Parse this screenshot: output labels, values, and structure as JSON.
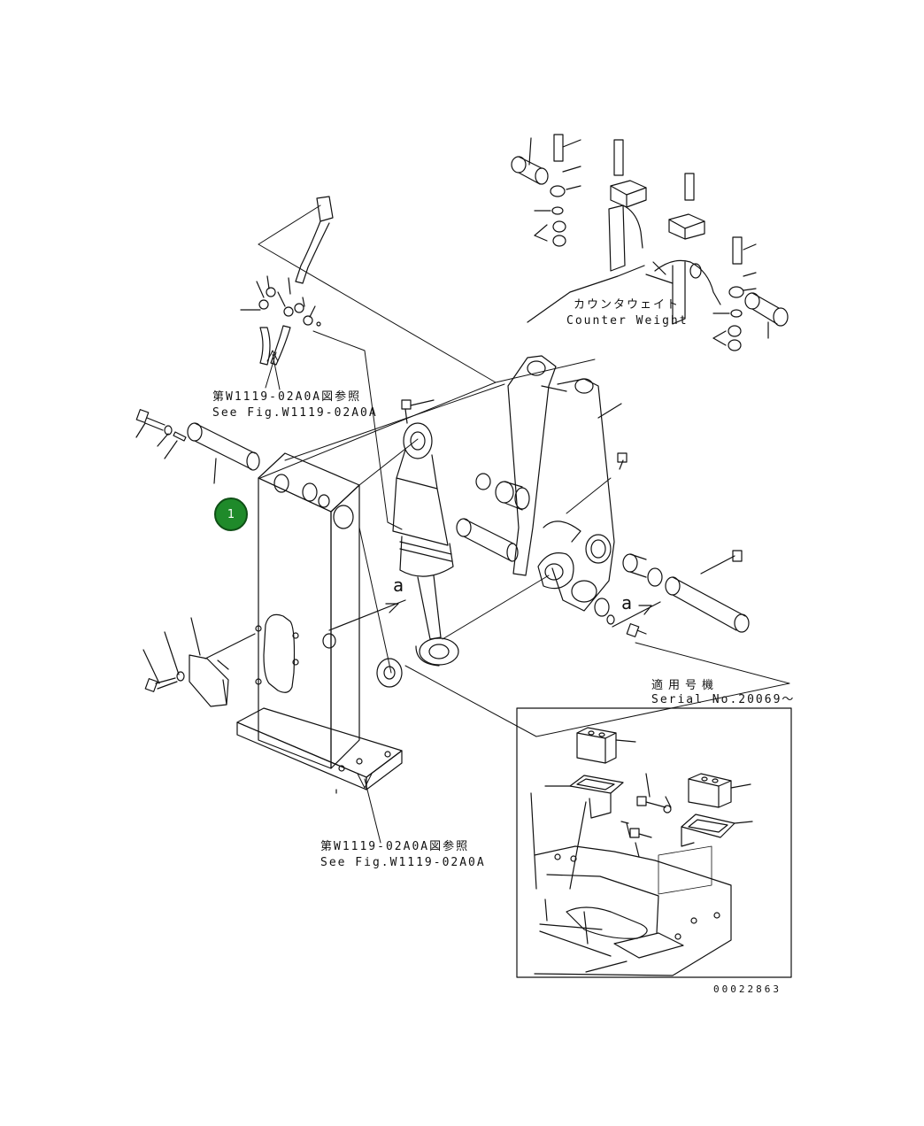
{
  "labels": {
    "counterweight_jp": "カウンタウェイト",
    "counterweight_en": "Counter Weight",
    "ref_top_jp": "第W1119-02A0A図参照",
    "ref_top_en": "See Fig.W1119-02A0A",
    "ref_bottom_jp": "第W1119-02A0A図参照",
    "ref_bottom_en": "See Fig.W1119-02A0A",
    "applicable_jp": "適用号機",
    "serial": "Serial No.20069～",
    "drawing_no": "00022863",
    "view_a_left": "a",
    "view_a_right": "a"
  },
  "callouts": [
    {
      "number": "1",
      "color": "#1f8a2a"
    }
  ]
}
